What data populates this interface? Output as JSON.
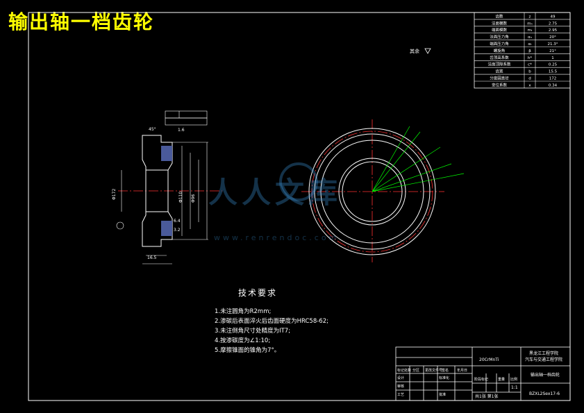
{
  "title": "输出轴一档齿轮",
  "params_table": [
    [
      "齿数",
      "z",
      "49"
    ],
    [
      "法面模数",
      "mₙ",
      "2.75"
    ],
    [
      "端面模数",
      "mₜ",
      "2.95"
    ],
    [
      "法面压力角",
      "αₙ",
      "20°"
    ],
    [
      "端面压力角",
      "αₜ",
      "21.3°"
    ],
    [
      "螺旋角",
      "β",
      "21°"
    ],
    [
      "齿顶高系数",
      "h*",
      "1"
    ],
    [
      "法面顶隙系数",
      "c*",
      "0.25"
    ],
    [
      "齿宽",
      "b",
      "15.5"
    ],
    [
      "分度圆直径",
      "d",
      "172"
    ],
    [
      "变位系数",
      "x",
      "0.34"
    ]
  ],
  "roughness_note": "其余",
  "tech_title": "技术要求",
  "tech_items": [
    "1.未注圆角为R2mm;",
    "2.渗碳后表面淬火后齿面硬度为HRC58-62;",
    "3.未注倒角尺寸处精度为IT7;",
    "4.按渗碳度为∠1:10;",
    "5.摩擦锥面的锥角为7°。"
  ],
  "title_block": {
    "material": "20CrMnTi",
    "school": "黑龙江工程学院",
    "dept": "汽车与交通工程学院",
    "part_name": "输出轴一档齿轮",
    "drawing_no": "BZXL2Sex17-6",
    "scale": "1:1",
    "sheet_info": "共1张  第1张",
    "row_labels": [
      "标记处数",
      "分区",
      "更改文件号",
      "签名",
      "年月日"
    ],
    "stage_labels": [
      "阶段标记",
      "重量",
      "比例"
    ],
    "roles": [
      "设计",
      "标准化",
      "审核",
      "工艺",
      "批准"
    ]
  },
  "dims": [
    "45°",
    "1.6",
    "Φ172",
    "Φ110",
    "Φ96",
    "6.4",
    "3.2",
    "16.5"
  ],
  "watermark": {
    "text": "人人文库",
    "url": "www.renrendoc.com"
  }
}
